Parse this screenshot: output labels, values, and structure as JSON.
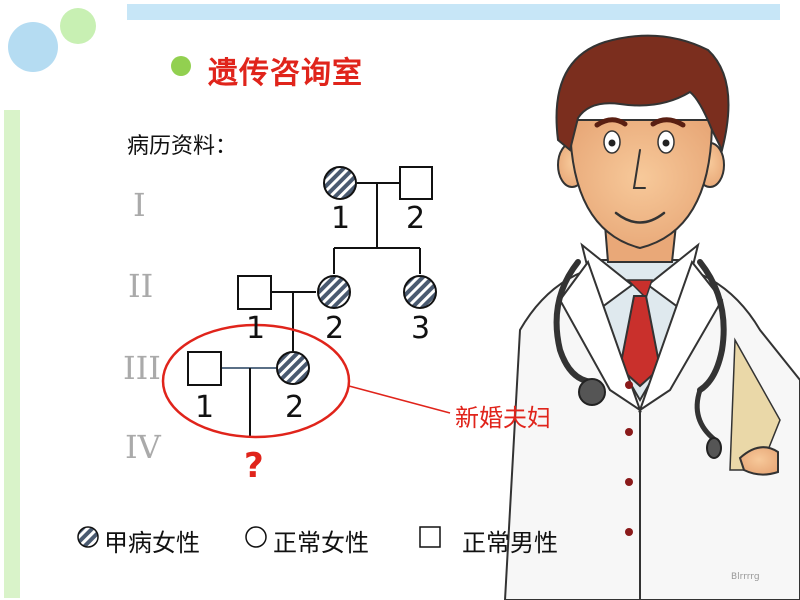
{
  "title": "遗传咨询室",
  "subtitle": "病历资料：",
  "generations": [
    "I",
    "II",
    "III",
    "IV"
  ],
  "individuals": {
    "I_1": "1",
    "I_2": "2",
    "II_1": "1",
    "II_2": "2",
    "II_3": "3",
    "III_1": "1",
    "III_2": "2"
  },
  "question_mark": "?",
  "couple_label": "新婚夫妇",
  "legend": {
    "affected_female": "甲病女性",
    "normal_female": "正常女性",
    "normal_male": "正常男性"
  },
  "watermark": "Blrrrrg",
  "colors": {
    "title_red": "#e0241b",
    "affected_fill": "#4a5a70",
    "hatch_stripe": "#ffffff"
  }
}
